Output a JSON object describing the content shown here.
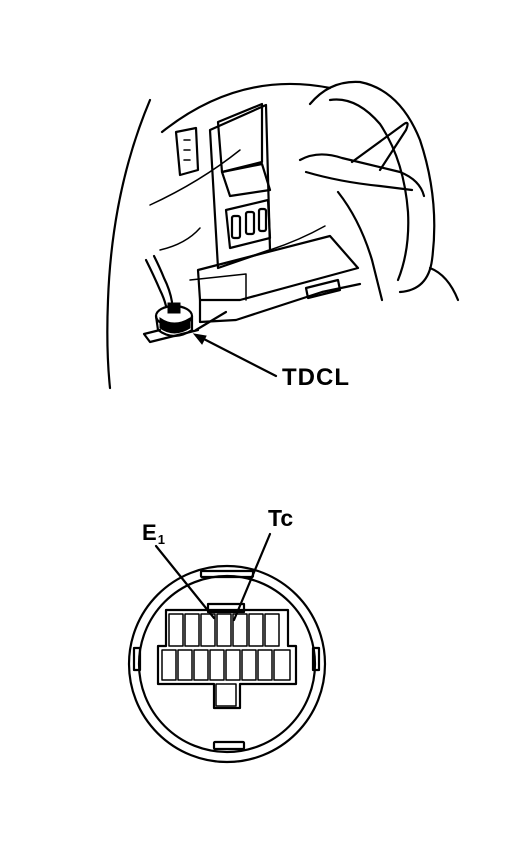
{
  "figure": {
    "labels": {
      "tdcl": "TDCL",
      "e1_main": "E",
      "e1_sub": "1",
      "tc": "Tc"
    }
  }
}
